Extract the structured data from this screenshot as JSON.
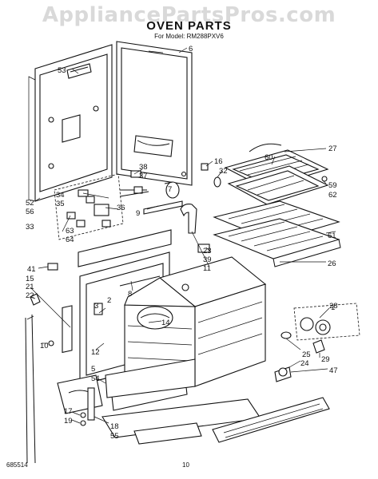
{
  "watermark": "AppliancePartsPros.com",
  "title": "OVEN PARTS",
  "subtitle": "For Model: RM288PXV6",
  "footer": {
    "left_code": "685514",
    "page_number": "10"
  },
  "callouts": [
    {
      "id": "53",
      "label": "53"
    },
    {
      "id": "6",
      "label": "6"
    },
    {
      "id": "52",
      "label": "52"
    },
    {
      "id": "56",
      "label": "56"
    },
    {
      "id": "33",
      "label": "33"
    },
    {
      "id": "38",
      "label": "38"
    },
    {
      "id": "37",
      "label": "37"
    },
    {
      "id": "16",
      "label": "16"
    },
    {
      "id": "32",
      "label": "32"
    },
    {
      "id": "60",
      "label": "60"
    },
    {
      "id": "27",
      "label": "27"
    },
    {
      "id": "59",
      "label": "59"
    },
    {
      "id": "62",
      "label": "62"
    },
    {
      "id": "34",
      "label": "34"
    },
    {
      "id": "35",
      "label": "35"
    },
    {
      "id": "36",
      "label": "36"
    },
    {
      "id": "7",
      "label": "7"
    },
    {
      "id": "9",
      "label": "9"
    },
    {
      "id": "63",
      "label": "63"
    },
    {
      "id": "64",
      "label": "64"
    },
    {
      "id": "23",
      "label": "23"
    },
    {
      "id": "39",
      "label": "39"
    },
    {
      "id": "11",
      "label": "11"
    },
    {
      "id": "61",
      "label": "61"
    },
    {
      "id": "26",
      "label": "26"
    },
    {
      "id": "41",
      "label": "41"
    },
    {
      "id": "15",
      "label": "15"
    },
    {
      "id": "21",
      "label": "21"
    },
    {
      "id": "22",
      "label": "22"
    },
    {
      "id": "8",
      "label": "8"
    },
    {
      "id": "3",
      "label": "3"
    },
    {
      "id": "2",
      "label": "2"
    },
    {
      "id": "14",
      "label": "14"
    },
    {
      "id": "1",
      "label": "1"
    },
    {
      "id": "28",
      "label": "28"
    },
    {
      "id": "12",
      "label": "12"
    },
    {
      "id": "5",
      "label": "5"
    },
    {
      "id": "10",
      "label": "10"
    },
    {
      "id": "54",
      "label": "54"
    },
    {
      "id": "25",
      "label": "25"
    },
    {
      "id": "24",
      "label": "24"
    },
    {
      "id": "29",
      "label": "29"
    },
    {
      "id": "47",
      "label": "47"
    },
    {
      "id": "17",
      "label": "17"
    },
    {
      "id": "19",
      "label": "19"
    },
    {
      "id": "18",
      "label": "18"
    },
    {
      "id": "55",
      "label": "55"
    }
  ]
}
